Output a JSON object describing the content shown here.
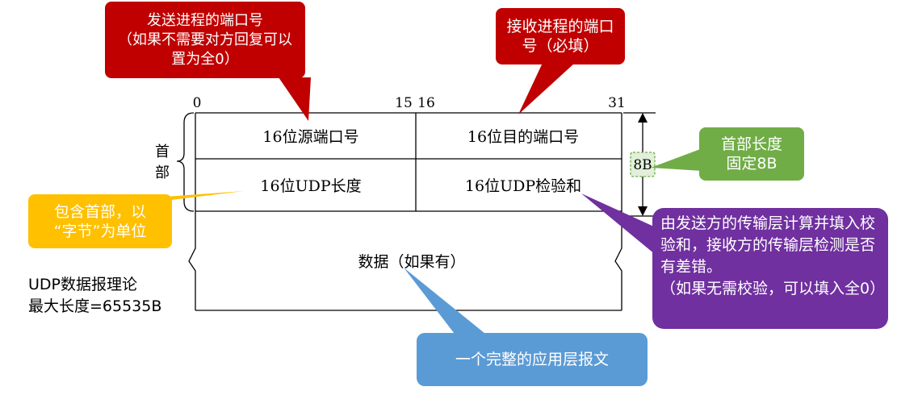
{
  "diagram": {
    "bit_labels": {
      "b0": "0",
      "b15": "15",
      "b16": "16",
      "b31": "31"
    },
    "header_label": "首\n部",
    "header_size_tag": "8B",
    "fields": {
      "src_port": "16位源端口号",
      "dst_port": "16位目的端口号",
      "udp_length": "16位UDP长度",
      "checksum": "16位UDP检验和",
      "data": "数据（如果有）"
    },
    "callouts": {
      "src_port_note": "发送进程的端口号\n（如果不需要对方回复可以置为全0）",
      "dst_port_note": "接收进程的端口号（必填）",
      "header_len_note": "首部长度\n固定8B",
      "length_note": "包含首部，以\n“字节”为单位",
      "checksum_note": "由发送方的传输层计算并填入校验和，接收方的传输层检测是否有差错。\n（如果无需校验，可以填入全0）",
      "data_note": "一个完整的应用层报文"
    },
    "max_len_note": "UDP数据报理论\n最大长度=65535B",
    "colors": {
      "red": "#c00000",
      "green": "#70ad47",
      "orange": "#ffc000",
      "purple": "#7030a0",
      "blue": "#5b9bd5"
    }
  }
}
